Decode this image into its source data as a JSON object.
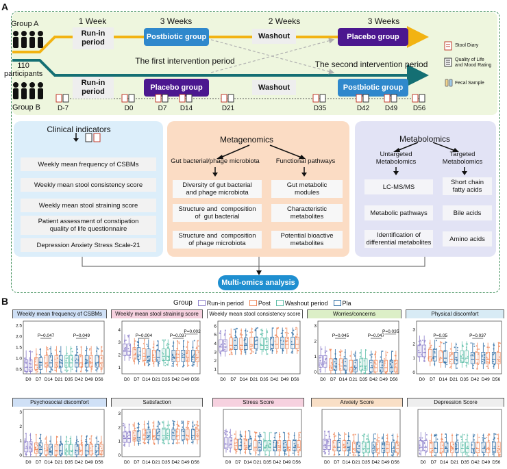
{
  "panels": {
    "a": "A",
    "b": "B"
  },
  "design": {
    "group_a": "Group A",
    "group_b": "Group B",
    "participants": "110\nparticipants",
    "weeks": [
      "1 Week",
      "3 Weeks",
      "2 Weeks",
      "3 Weeks"
    ],
    "run_in": "Run-in\nperiod",
    "washout": "Washout",
    "postbiotic_group": "Postbiotic group",
    "placebo_group": "Placebo group",
    "first_period": "The first intervention period",
    "second_period": "The second intervention period",
    "legend": {
      "stool_diary": "Stool Diary",
      "quality": "Quality of Life\nand Mood Rating",
      "fecal": "Fecal Sample"
    },
    "days": [
      "D-7",
      "D0",
      "D7",
      "D14",
      "D21",
      "D35",
      "D42",
      "D49",
      "D56"
    ],
    "colors": {
      "arrow_a": "#f2b312",
      "arrow_b": "#146f73",
      "postbiotic": "#2f88cc",
      "placebo": "#4b178f"
    }
  },
  "clinical": {
    "title": "Clinical indicators",
    "items": [
      "Weekly mean frequency of CSBMs",
      "Weekly mean stool consistency score",
      "Weekly mean stool straining score",
      "Patient assessment of constipation\nquality of life questionnaire",
      "Depression Anxiety Stress Scale-21"
    ]
  },
  "metagenomics": {
    "title": "Metagenomics",
    "left_head": "Gut bacterial/phage microbiota",
    "right_head": "Functional pathways",
    "left_items": [
      "Diversity of gut bacterial\nand phage microbiota",
      "Structure and  composition\nof  gut bacterial",
      "Structure and  composition\nof phage microbiota"
    ],
    "right_items": [
      "Gut metabolic\nmodules",
      "Characteristic\nmetabolites",
      "Potential bioactive\nmetabolites"
    ]
  },
  "metabolomics": {
    "title": "Metabolomics",
    "left_head": "Untargeted\nMetabolomics",
    "right_head": "Targeted\nMetabolomics",
    "left_items": [
      "LC-MS/MS",
      "Metabolic pathways",
      "Identification of\ndifferential metabolites"
    ],
    "right_items": [
      "Short chain\nfatty acids",
      "Bile acids",
      "Amino acids"
    ]
  },
  "multi_omics": "Multi-omics analysis",
  "legend_b": {
    "title": "Group",
    "entries": [
      {
        "label": "Run-in period",
        "color": "#8a7cc9"
      },
      {
        "label": "Post",
        "color": "#ef8a5e"
      },
      {
        "label": "Washout period",
        "color": "#5fbfa9"
      },
      {
        "label": "Pla",
        "color": "#2e6da4"
      }
    ]
  },
  "chart_data": [
    {
      "type": "box",
      "title": "Weekly mean frequency of CSBMs",
      "title_color": "#cfe0f6",
      "categories": [
        "D0",
        "D7",
        "D14",
        "D21",
        "D35",
        "D42",
        "D49",
        "D56"
      ],
      "yticks": [
        "0.5",
        "1.0",
        "1.5",
        "2.0",
        "2.5"
      ],
      "ylim": [
        0.3,
        2.7
      ],
      "medians": [
        0.6,
        0.7,
        0.8,
        0.8,
        0.8,
        0.8,
        0.8,
        0.8
      ],
      "annotations": [
        "P=0.047",
        "P=0.049"
      ]
    },
    {
      "type": "box",
      "title": "Weekly mean stool straining score",
      "title_color": "#f6d1df",
      "categories": [
        "D0",
        "D7",
        "D14",
        "D21",
        "D35",
        "D42",
        "D49",
        "D56"
      ],
      "yticks": [
        "1",
        "2",
        "3",
        "4"
      ],
      "ylim": [
        0.5,
        4.7
      ],
      "medians": [
        2.3,
        2.0,
        1.9,
        1.8,
        1.9,
        1.8,
        1.8,
        1.8
      ],
      "annotations": [
        "P=0.004",
        "P=0.037",
        "P=0.002"
      ]
    },
    {
      "type": "box",
      "title": "Weekly mean stool consistency score",
      "title_color": "#ffffff",
      "categories": [
        "D0",
        "D7",
        "D14",
        "D21",
        "D35",
        "D42",
        "D49",
        "D56"
      ],
      "yticks": [
        "1",
        "2",
        "3",
        "4",
        "5",
        "6"
      ],
      "ylim": [
        0.5,
        6.6
      ],
      "medians": [
        3.6,
        3.8,
        3.8,
        3.9,
        3.8,
        3.9,
        3.9,
        3.9
      ],
      "annotations": []
    },
    {
      "type": "box",
      "title": "Worries/concerns",
      "title_color": "#dcefc7",
      "categories": [
        "D0",
        "D7",
        "D14",
        "D21",
        "D35",
        "D42",
        "D49",
        "D56"
      ],
      "yticks": [
        "0",
        "1",
        "2",
        "3"
      ],
      "ylim": [
        -0.1,
        3.3
      ],
      "medians": [
        0.6,
        0.4,
        0.4,
        0.3,
        0.4,
        0.3,
        0.3,
        0.3
      ],
      "annotations": [
        "P=0.045",
        "P=0.047",
        "P=0.035"
      ]
    },
    {
      "type": "box",
      "title": "Physical discomfort",
      "title_color": "#d8ebf5",
      "categories": [
        "D0",
        "D7",
        "D14",
        "D21",
        "D35",
        "D42",
        "D49",
        "D56"
      ],
      "yticks": [
        "0",
        "1",
        "2",
        "3"
      ],
      "ylim": [
        -0.1,
        3.6
      ],
      "medians": [
        1.4,
        1.1,
        1.0,
        0.9,
        1.0,
        0.9,
        0.9,
        0.9
      ],
      "annotations": [
        "P=0.05",
        "P=0.037"
      ]
    },
    {
      "type": "box",
      "title": "Psychosocial discomfort",
      "title_color": "#cfe0f6",
      "categories": [
        "D0",
        "D7",
        "D14",
        "D21",
        "D35",
        "D42",
        "D49",
        "D56"
      ],
      "yticks": [
        "0",
        "1",
        "2",
        "3"
      ],
      "ylim": [
        -0.1,
        3.2
      ],
      "medians": [
        0.5,
        0.4,
        0.3,
        0.3,
        0.3,
        0.3,
        0.3,
        0.3
      ],
      "annotations": []
    },
    {
      "type": "box",
      "title": "Satisfaction",
      "title_color": "#eeeeee",
      "categories": [
        "D0",
        "D7",
        "D14",
        "D21",
        "D35",
        "D42",
        "D49",
        "D56"
      ],
      "yticks": [
        "0",
        "1",
        "2",
        "3"
      ],
      "ylim": [
        -0.1,
        3.3
      ],
      "medians": [
        1.2,
        1.3,
        1.4,
        1.4,
        1.4,
        1.4,
        1.4,
        1.4
      ],
      "annotations": []
    },
    {
      "type": "box",
      "title": "Stress Score",
      "title_color": "#f6d1df",
      "categories": [
        "D0",
        "D7",
        "D14",
        "D21",
        "D35",
        "D42",
        "D49",
        "D56"
      ],
      "yticks": [],
      "ylim": [
        0,
        3
      ],
      "medians": [
        0.8,
        0.7,
        0.7,
        0.6,
        0.6,
        0.6,
        0.6,
        0.6
      ],
      "annotations": []
    },
    {
      "type": "box",
      "title": "Anxiety Score",
      "title_color": "#f9dfc6",
      "categories": [
        "D0",
        "D7",
        "D14",
        "D21",
        "D35",
        "D42",
        "D49",
        "D56"
      ],
      "yticks": [],
      "ylim": [
        0,
        3
      ],
      "medians": [
        0.7,
        0.6,
        0.6,
        0.5,
        0.5,
        0.5,
        0.5,
        0.5
      ],
      "annotations": []
    },
    {
      "type": "box",
      "title": "Depression Score",
      "title_color": "#eeeeee",
      "categories": [
        "D0",
        "D7",
        "D14",
        "D21",
        "D35",
        "D42",
        "D49",
        "D56"
      ],
      "yticks": [],
      "ylim": [
        0,
        3
      ],
      "medians": [
        0.6,
        0.5,
        0.5,
        0.5,
        0.5,
        0.5,
        0.5,
        0.5
      ],
      "annotations": []
    }
  ]
}
